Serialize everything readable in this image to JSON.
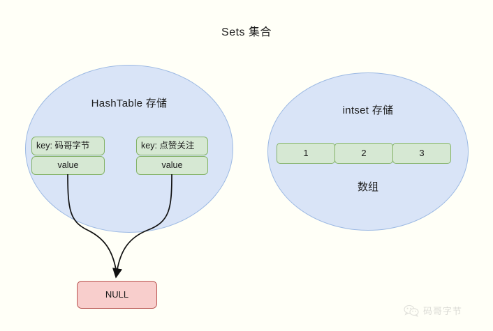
{
  "diagram": {
    "title": "Sets 集合",
    "background_color": "#fffff7",
    "ellipse_fill": "#d9e4f7",
    "ellipse_border": "#9cb9e3",
    "box_fill": "#d6e8d3",
    "box_border": "#84b368",
    "null_fill": "#f8cecc",
    "null_border": "#b85450"
  },
  "hashtable": {
    "title": "HashTable 存储",
    "entries": [
      {
        "key_label": "key:  码哥字节",
        "value_label": "value"
      },
      {
        "key_label": "key:  点赞关注",
        "value_label": "value"
      }
    ],
    "target": "NULL"
  },
  "intset": {
    "title": "intset 存储",
    "array_label": "数组",
    "cells": [
      "1",
      "2",
      "3"
    ]
  },
  "watermark": {
    "icon": "wechat-icon",
    "text": "码哥字节"
  }
}
